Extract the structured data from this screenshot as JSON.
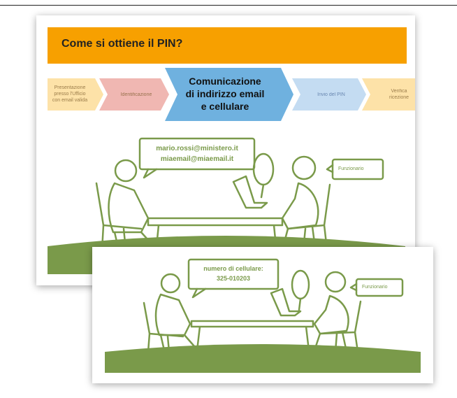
{
  "slide_back": {
    "title": "Come si ottiene il PIN?",
    "steps": [
      {
        "label_line1": "Presentazione",
        "label_line2": "presso l'Ufficio",
        "label_line3": "con email valida"
      },
      {
        "label": "Identificazione"
      },
      {
        "label_line1": "Comunicazione",
        "label_line2": "di indirizzo email",
        "label_line3": "e cellulare"
      },
      {
        "label": "Invio del PIN"
      },
      {
        "label_line1": "Verifica",
        "label_line2": "ricezione"
      }
    ],
    "bubble": {
      "line1": "mario.rossi@ministero.it",
      "line2": "miaemail@miaemail.it"
    },
    "tag": "Funzionario"
  },
  "slide_front": {
    "bubble": {
      "line1": "numero di cellulare:",
      "line2": "325-010203"
    },
    "tag": "Funzionario"
  },
  "colors": {
    "title_bar": "#f7a000",
    "step_yellow": "#fde2a8",
    "step_pink": "#f0b7b2",
    "step_active": "#6fb1df",
    "step_blue": "#c4dcf2",
    "illustration_green": "#7a9a4a"
  }
}
